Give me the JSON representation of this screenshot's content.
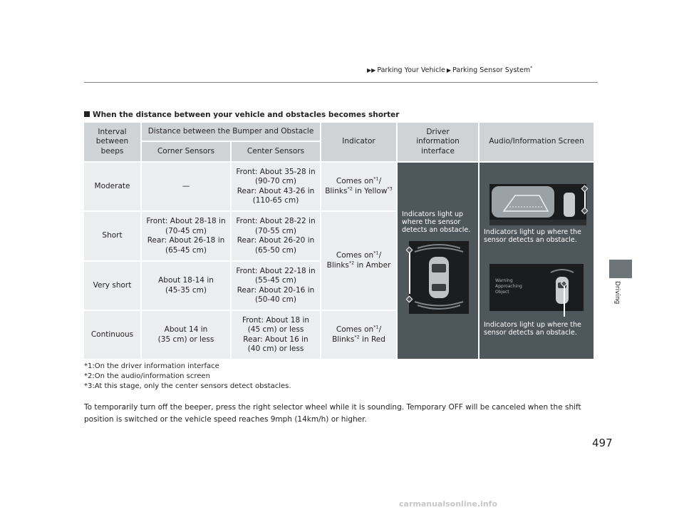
{
  "breadcrumb": {
    "part1": "Parking Your Vehicle",
    "part2": "Parking Sensor System",
    "mark": "*"
  },
  "side_label": "Driving",
  "heading": "When the distance between your vehicle and obstacles becomes shorter",
  "table": {
    "headers": {
      "interval": "Interval between beeps",
      "distance": "Distance between the Bumper and Obstacle",
      "corner": "Corner Sensors",
      "center": "Center Sensors",
      "indicator": "Indicator",
      "driver_info": "Driver information interface",
      "audio_screen": "Audio/Information Screen"
    },
    "rows": [
      {
        "interval": "Moderate",
        "corner": "—",
        "center_l1": "Front: About 35-28 in",
        "center_l2": "(90-70 cm)",
        "center_l3": "Rear: About 43-26 in",
        "center_l4": "(110-65 cm)",
        "ind_a": "Comes on",
        "ind_sup1": "*1",
        "ind_b": "/",
        "ind_c": "Blinks",
        "ind_sup2": "*2",
        "ind_d": " in Yellow",
        "ind_sup3": "*3"
      },
      {
        "interval": "Short",
        "corner_l1": "Front: About 28-18 in",
        "corner_l2": "(70-45 cm)",
        "corner_l3": "Rear: About 26-18 in",
        "corner_l4": "(65-45 cm)",
        "center_l1": "Front: About 28-22 in",
        "center_l2": "(70-55 cm)",
        "center_l3": "Rear: About 26-20 in",
        "center_l4": "(65-50 cm)",
        "ind_a": "Comes on",
        "ind_sup1": "*1",
        "ind_b": "/",
        "ind_c": "Blinks",
        "ind_sup2": "*2",
        "ind_d": " in Amber"
      },
      {
        "interval": "Very short",
        "corner_l1": "About 18-14 in",
        "corner_l2": "(45-35 cm)",
        "center_l1": "Front: About 22-18 in",
        "center_l2": "(55-45 cm)",
        "center_l3": "Rear: About 20-16 in",
        "center_l4": "(50-40 cm)"
      },
      {
        "interval": "Continuous",
        "corner_l1": "About 14 in",
        "corner_l2": "(35 cm) or less",
        "center_l1": "Front: About 18 in",
        "center_l2": "(45 cm) or less",
        "center_l3": "Rear: About 16 in",
        "center_l4": "(40 cm) or less",
        "ind_a": "Comes on",
        "ind_sup1": "*1",
        "ind_b": "/",
        "ind_c": "Blinks",
        "ind_sup2": "*2",
        "ind_d": " in Red"
      }
    ],
    "driver_caption_l1": "Indicators light up",
    "driver_caption_l2": "where the sensor",
    "driver_caption_l3": "detects an obstacle.",
    "audio_caption1_l1": "Indicators light up where the",
    "audio_caption1_l2": "sensor detects an obstacle.",
    "audio_caption2_l1": "Indicators light up where the",
    "audio_caption2_l2": "sensor detects an obstacle.",
    "screen_warning_l1": "Warning",
    "screen_warning_l2": "Approaching",
    "screen_warning_l3": "Object"
  },
  "footnotes": [
    "*1:On the driver information interface",
    "*2:On the audio/information screen",
    "*3:At this stage, only the center sensors detect obstacles."
  ],
  "paragraph": "To temporarily turn off the beeper, press the right selector wheel while it is sounding. Temporary OFF will be canceled when the shift position is switched or the vehicle speed reaches 9mph (14km/h) or higher.",
  "page_number": "497",
  "watermark": "carmanualsonline.info",
  "colors": {
    "header_bg": "#cfd3d5",
    "body_bg": "#ecedee",
    "dark_panel": "#4e575c",
    "side_tab": "#6d7579"
  }
}
